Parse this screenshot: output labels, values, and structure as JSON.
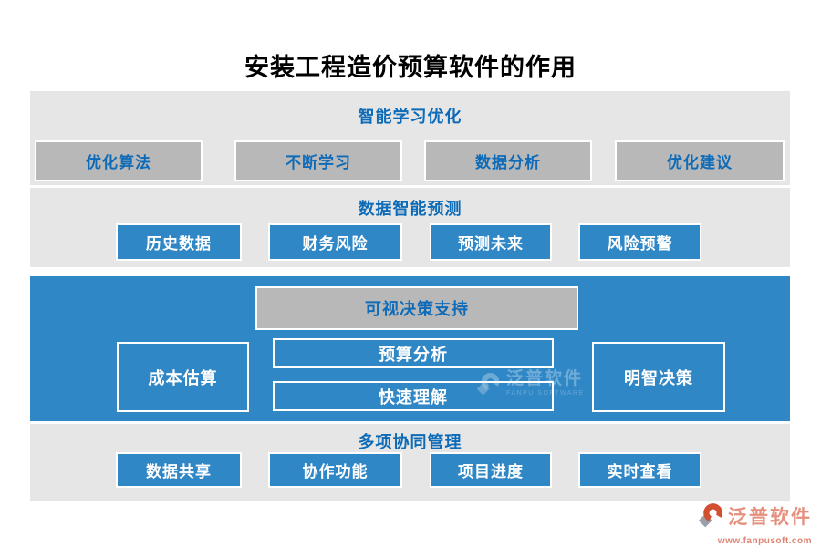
{
  "title": "安装工程造价预算软件的作用",
  "s1": {
    "header": "智能学习优化",
    "items": [
      "优化算法",
      "不断学习",
      "数据分析",
      "优化建议"
    ]
  },
  "s2": {
    "header": "数据智能预测",
    "items": [
      "历史数据",
      "财务风险",
      "预测未来",
      "风险预警"
    ]
  },
  "s3": {
    "header": "可视决策支持",
    "left": "成本估算",
    "mid1": "预算分析",
    "mid2": "快速理解",
    "right": "明智决策"
  },
  "s4": {
    "header": "多项协同管理",
    "items": [
      "数据共享",
      "协作功能",
      "项目进度",
      "实时查看"
    ]
  },
  "watermark": {
    "brand": "泛普软件",
    "subtitle": "FANPU SOFTWARE"
  },
  "footer": {
    "brand": "泛普软件",
    "website": "www.fanpusoft.com"
  },
  "colors": {
    "accent_blue": "#0e6bb7",
    "band_blue": "#3087c6",
    "button_gray": "#b8b8b8",
    "section_gray": "#e6e6e6",
    "logo_salmon": "#e5907e",
    "logo_orange": "#d14a2b",
    "logo_gray": "#98a0aa"
  }
}
